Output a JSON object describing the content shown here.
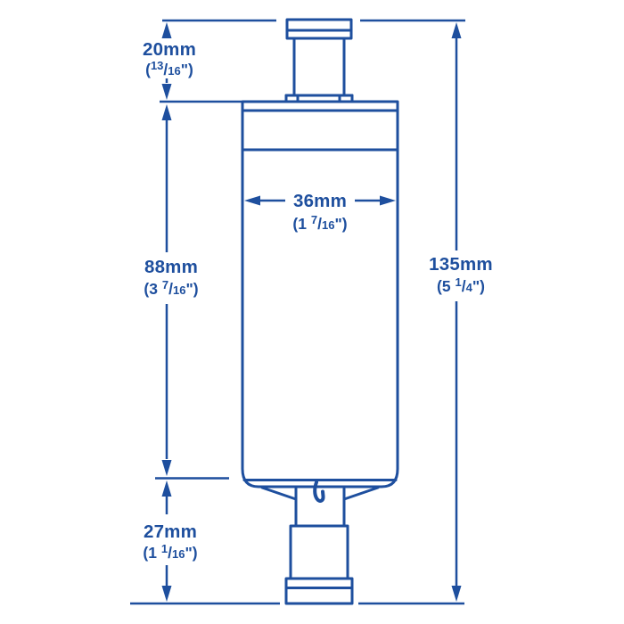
{
  "colors": {
    "line": "#1e4f9e",
    "background": "#ffffff"
  },
  "diagram_type": "product-dimension-drawing",
  "dimensions": {
    "top_port_height": {
      "mm": "20mm",
      "open": "(",
      "num": "13",
      "slash": "/",
      "den": "16",
      "close": "\")"
    },
    "body_height": {
      "mm": "88mm",
      "open": "(3 ",
      "num": "7",
      "slash": "/",
      "den": "16",
      "close": "\")"
    },
    "body_width": {
      "mm": "36mm",
      "open": "(1 ",
      "num": "7",
      "slash": "/",
      "den": "16",
      "close": "\")"
    },
    "overall_height": {
      "mm": "135mm",
      "open": "(5 ",
      "num": "1",
      "slash": "/",
      "den": "4",
      "close": "\")"
    },
    "bottom_port_height": {
      "mm": "27mm",
      "open": "(1 ",
      "num": "1",
      "slash": "/",
      "den": "16",
      "close": "\")"
    }
  }
}
